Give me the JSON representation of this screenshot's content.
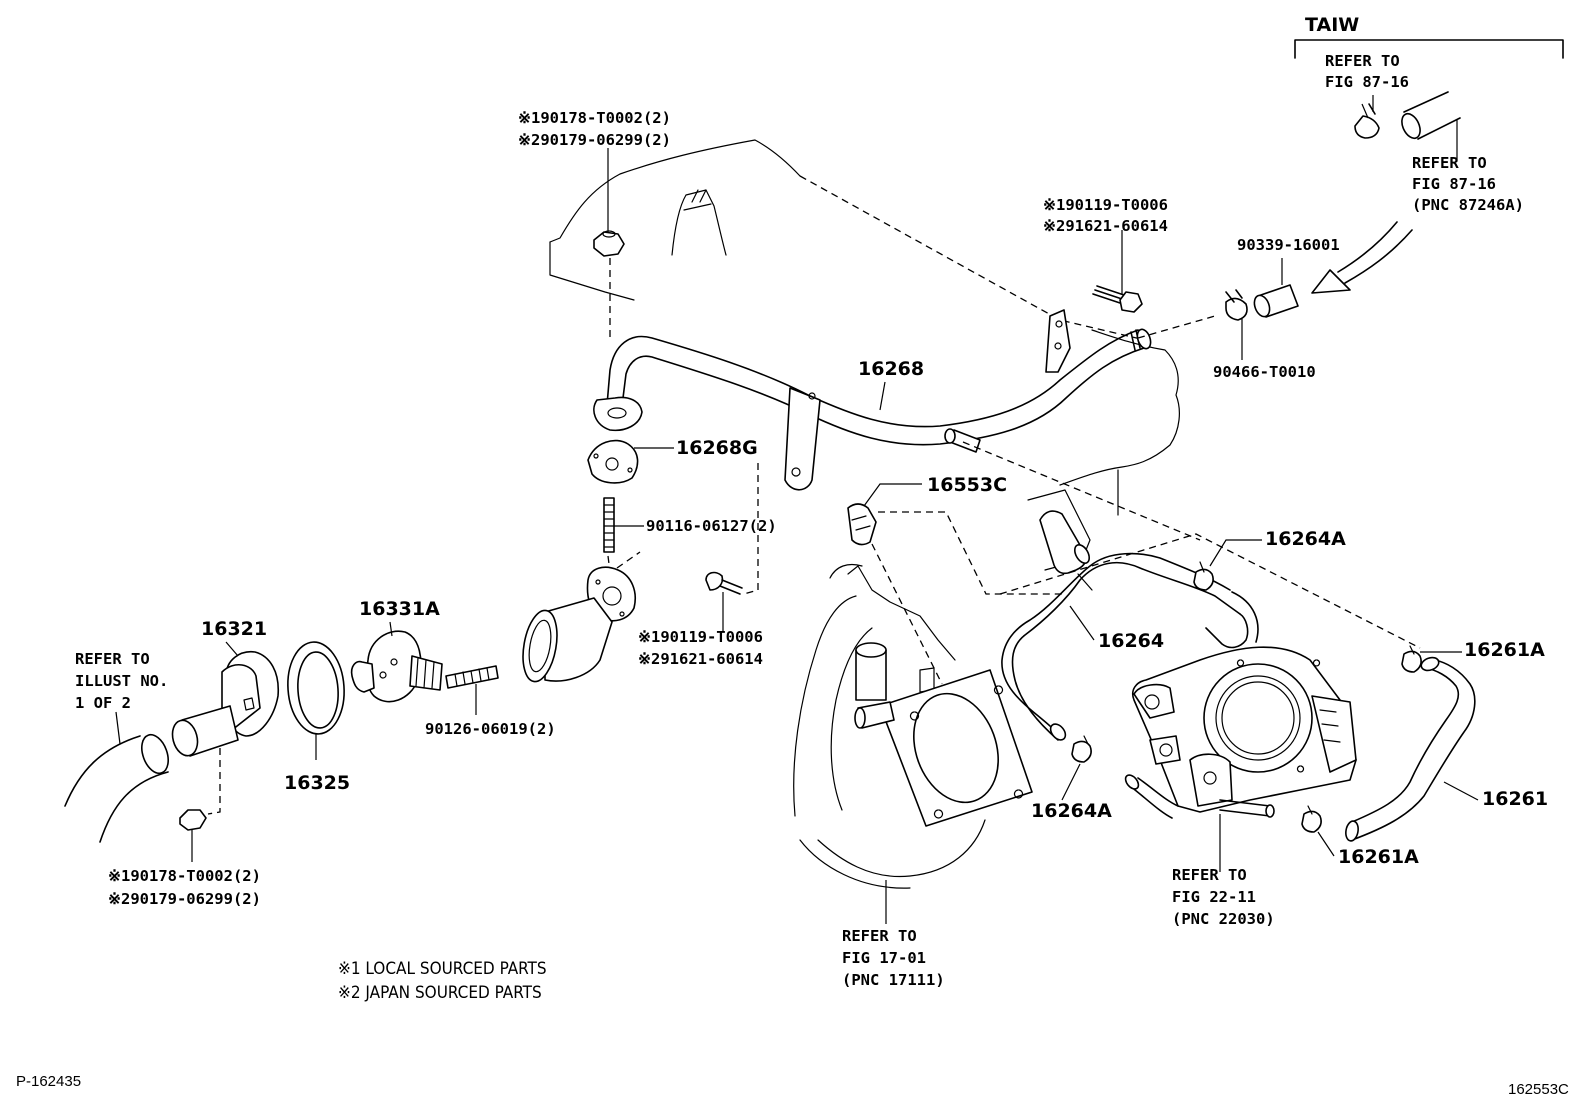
{
  "labels": {
    "taiw": "TAIW",
    "refer_87_16_a": [
      "REFER TO",
      "FIG 87-16"
    ],
    "refer_87_16_b": [
      "REFER TO",
      "FIG 87-16",
      "(PNC 87246A)"
    ],
    "p90339": "90339-16001",
    "p90466": "90466-T0010",
    "top_nut": [
      "※190178-T0002(2)",
      "※290179-06299(2)"
    ],
    "top_bolt": [
      "※190119-T0006",
      "※291621-60614"
    ],
    "p16268": "16268",
    "p16268g": "16268G",
    "p16553c": "16553C",
    "p90116": "90116-06127(2)",
    "mid_bolt": [
      "※190119-T0006",
      "※291621-60614"
    ],
    "p16264a_top": "16264A",
    "p16264": "16264",
    "p16261a_top": "16261A",
    "p16261": "16261",
    "p16264a_bot": "16264A",
    "p16261a_bot": "16261A",
    "p16321": "16321",
    "p16331a": "16331A",
    "p16325": "16325",
    "p90126": "90126-06019(2)",
    "refer_illust": [
      "REFER TO",
      "ILLUST NO.",
      "1 OF 2"
    ],
    "bottom_nut": [
      "※190178-T0002(2)",
      "※290179-06299(2)"
    ],
    "refer_17_01": [
      "REFER TO",
      "FIG 17-01",
      "(PNC 17111)"
    ],
    "refer_22_11": [
      "REFER TO",
      "FIG 22-11",
      "(PNC 22030)"
    ],
    "legend_1": "※1 LOCAL SOURCED PARTS",
    "legend_2": "※2 JAPAN SOURCED PARTS",
    "footer_left": "P-162435",
    "footer_right": "162553C"
  }
}
